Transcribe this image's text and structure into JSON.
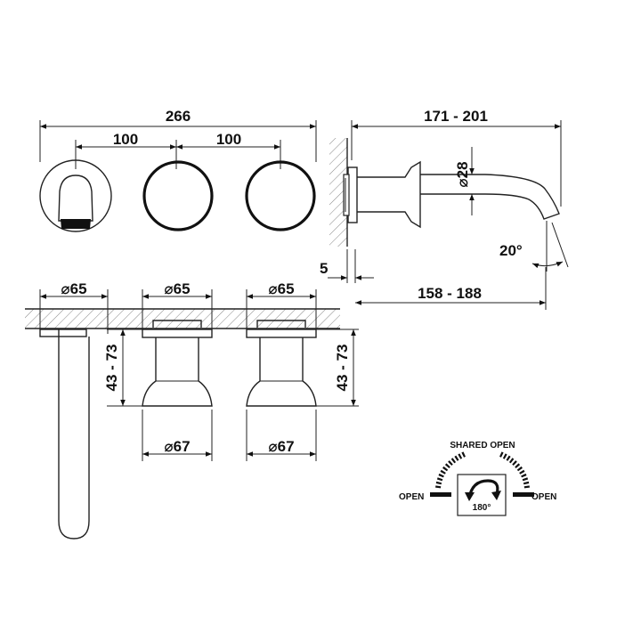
{
  "dimensions": {
    "overall_width": "266",
    "spacing_left": "100",
    "spacing_right": "100",
    "spout_length": "171 - 201",
    "spout_diameter": "⌀28",
    "spout_angle": "20°",
    "wall_gap": "5",
    "spout_projection": "158 - 188",
    "plate_diameter_1": "⌀65",
    "plate_diameter_2": "⌀65",
    "plate_diameter_3": "⌀65",
    "wall_depth_left": "43 - 73",
    "wall_depth_right": "43 - 73",
    "handle_diameter_1": "⌀67",
    "handle_diameter_2": "⌀67"
  },
  "rotation_legend": {
    "shared_open": "SHARED OPEN",
    "open_left": "OPEN",
    "open_right": "OPEN",
    "rotation": "180°"
  }
}
